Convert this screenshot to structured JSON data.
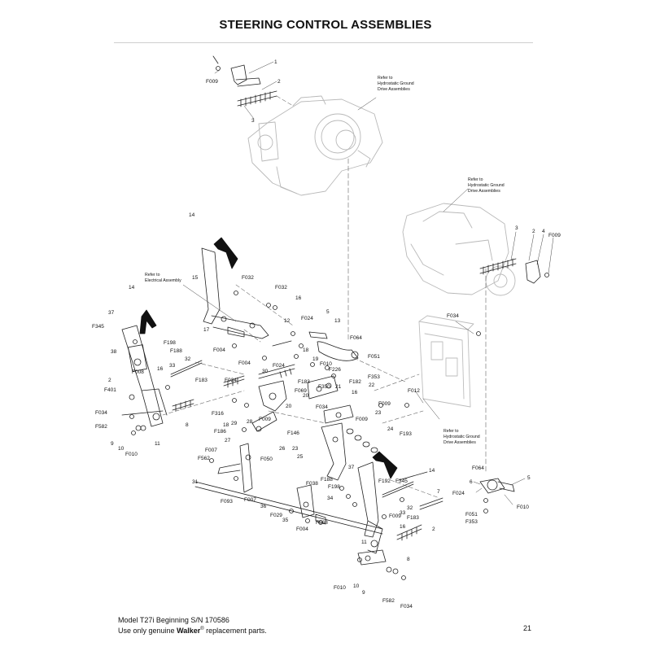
{
  "title": "STEERING CONTROL ASSEMBLIES",
  "footer": {
    "model_line": "Model T27i Beginning S/N 170586",
    "use_prefix": "Use only genuine ",
    "brand": "Walker",
    "brand_mark": "®",
    "use_suffix": " replacement parts."
  },
  "page_number": "21",
  "notes": {
    "hydro_top": [
      "Refer to",
      "Hydrostatic Ground",
      "Drive Assemblies"
    ],
    "hydro_right": [
      "Refer to",
      "Hydrostatic Ground",
      "Drive Assemblies"
    ],
    "hydro_lower": [
      "Refer to",
      "Hydrostatic Ground",
      "Drive Assemblies"
    ],
    "electrical": [
      "Refer to",
      "Electrical Assembly"
    ]
  },
  "labels": {
    "l1": "1",
    "l2": "2",
    "l3": "3",
    "lf009a": "F009",
    "r3": "3",
    "r2": "2",
    "r4": "4",
    "rf009": "F009",
    "t14": "14",
    "t15": "15",
    "f032a": "F032",
    "f032b": "F032",
    "t16": "16",
    "t17": "17",
    "f004a": "F004",
    "f004b": "F004",
    "f024a": "F024",
    "t5a": "5",
    "t13": "13",
    "t12": "12",
    "t18": "18",
    "t19": "19",
    "f064a": "F064",
    "f010a": "F010",
    "f051a": "F051",
    "f024b": "F024",
    "f226": "F226",
    "f353a": "F353",
    "t30": "30",
    "f183a": "F183",
    "f350": "F350",
    "t22": "22",
    "f182": "F182",
    "t21": "21",
    "f069": "F069",
    "t20": "20",
    "f034a": "F034",
    "t16b": "16",
    "f009b": "F009",
    "t23a": "23",
    "f009c": "F009",
    "f012": "F012",
    "f034b": "F034",
    "l14": "14",
    "l37": "37",
    "f345a": "F345",
    "l38": "38",
    "f198a": "F198",
    "f188a": "F188",
    "f008": "F008",
    "l16": "16",
    "l33": "33",
    "l32": "32",
    "l2b": "2",
    "f401": "F401",
    "f183b": "F183",
    "f024c": "F024",
    "f034c": "F034",
    "f582a": "F582",
    "l8": "8",
    "l9": "9",
    "l10": "10",
    "f010b": "F010",
    "l11": "11",
    "f316": "F316",
    "l18b": "18",
    "l29": "29",
    "f186": "F186",
    "l28": "28",
    "l27": "27",
    "f009d": "F009",
    "l26": "26",
    "f146": "F146",
    "l20b": "20",
    "l23b": "23",
    "l25": "25",
    "l24": "24",
    "f193": "F193",
    "f050": "F050",
    "f007a": "F007",
    "f562": "F562",
    "l31": "31",
    "f093": "F093",
    "f007b": "F007",
    "l36": "36",
    "f029": "F029",
    "l35": "35",
    "f004c": "F004",
    "f068": "F068",
    "f038": "F038",
    "f188b": "F188",
    "f198b": "F198",
    "l37b": "37",
    "f192": "F192",
    "f345b": "F345",
    "l14b": "14",
    "l34": "34",
    "l32b": "32",
    "f009e": "F009",
    "l33b": "33",
    "l16c": "16",
    "f183c": "F183",
    "l7": "7",
    "l2c": "2",
    "l8b": "8",
    "l11b": "11",
    "f010c": "F010",
    "l10b": "10",
    "l9b": "9",
    "f582b": "F582",
    "f034d": "F034",
    "f064b": "F064",
    "l6": "6",
    "l5b": "5",
    "f024d": "F024",
    "f010d": "F010",
    "f051b": "F051",
    "f353b": "F353"
  }
}
